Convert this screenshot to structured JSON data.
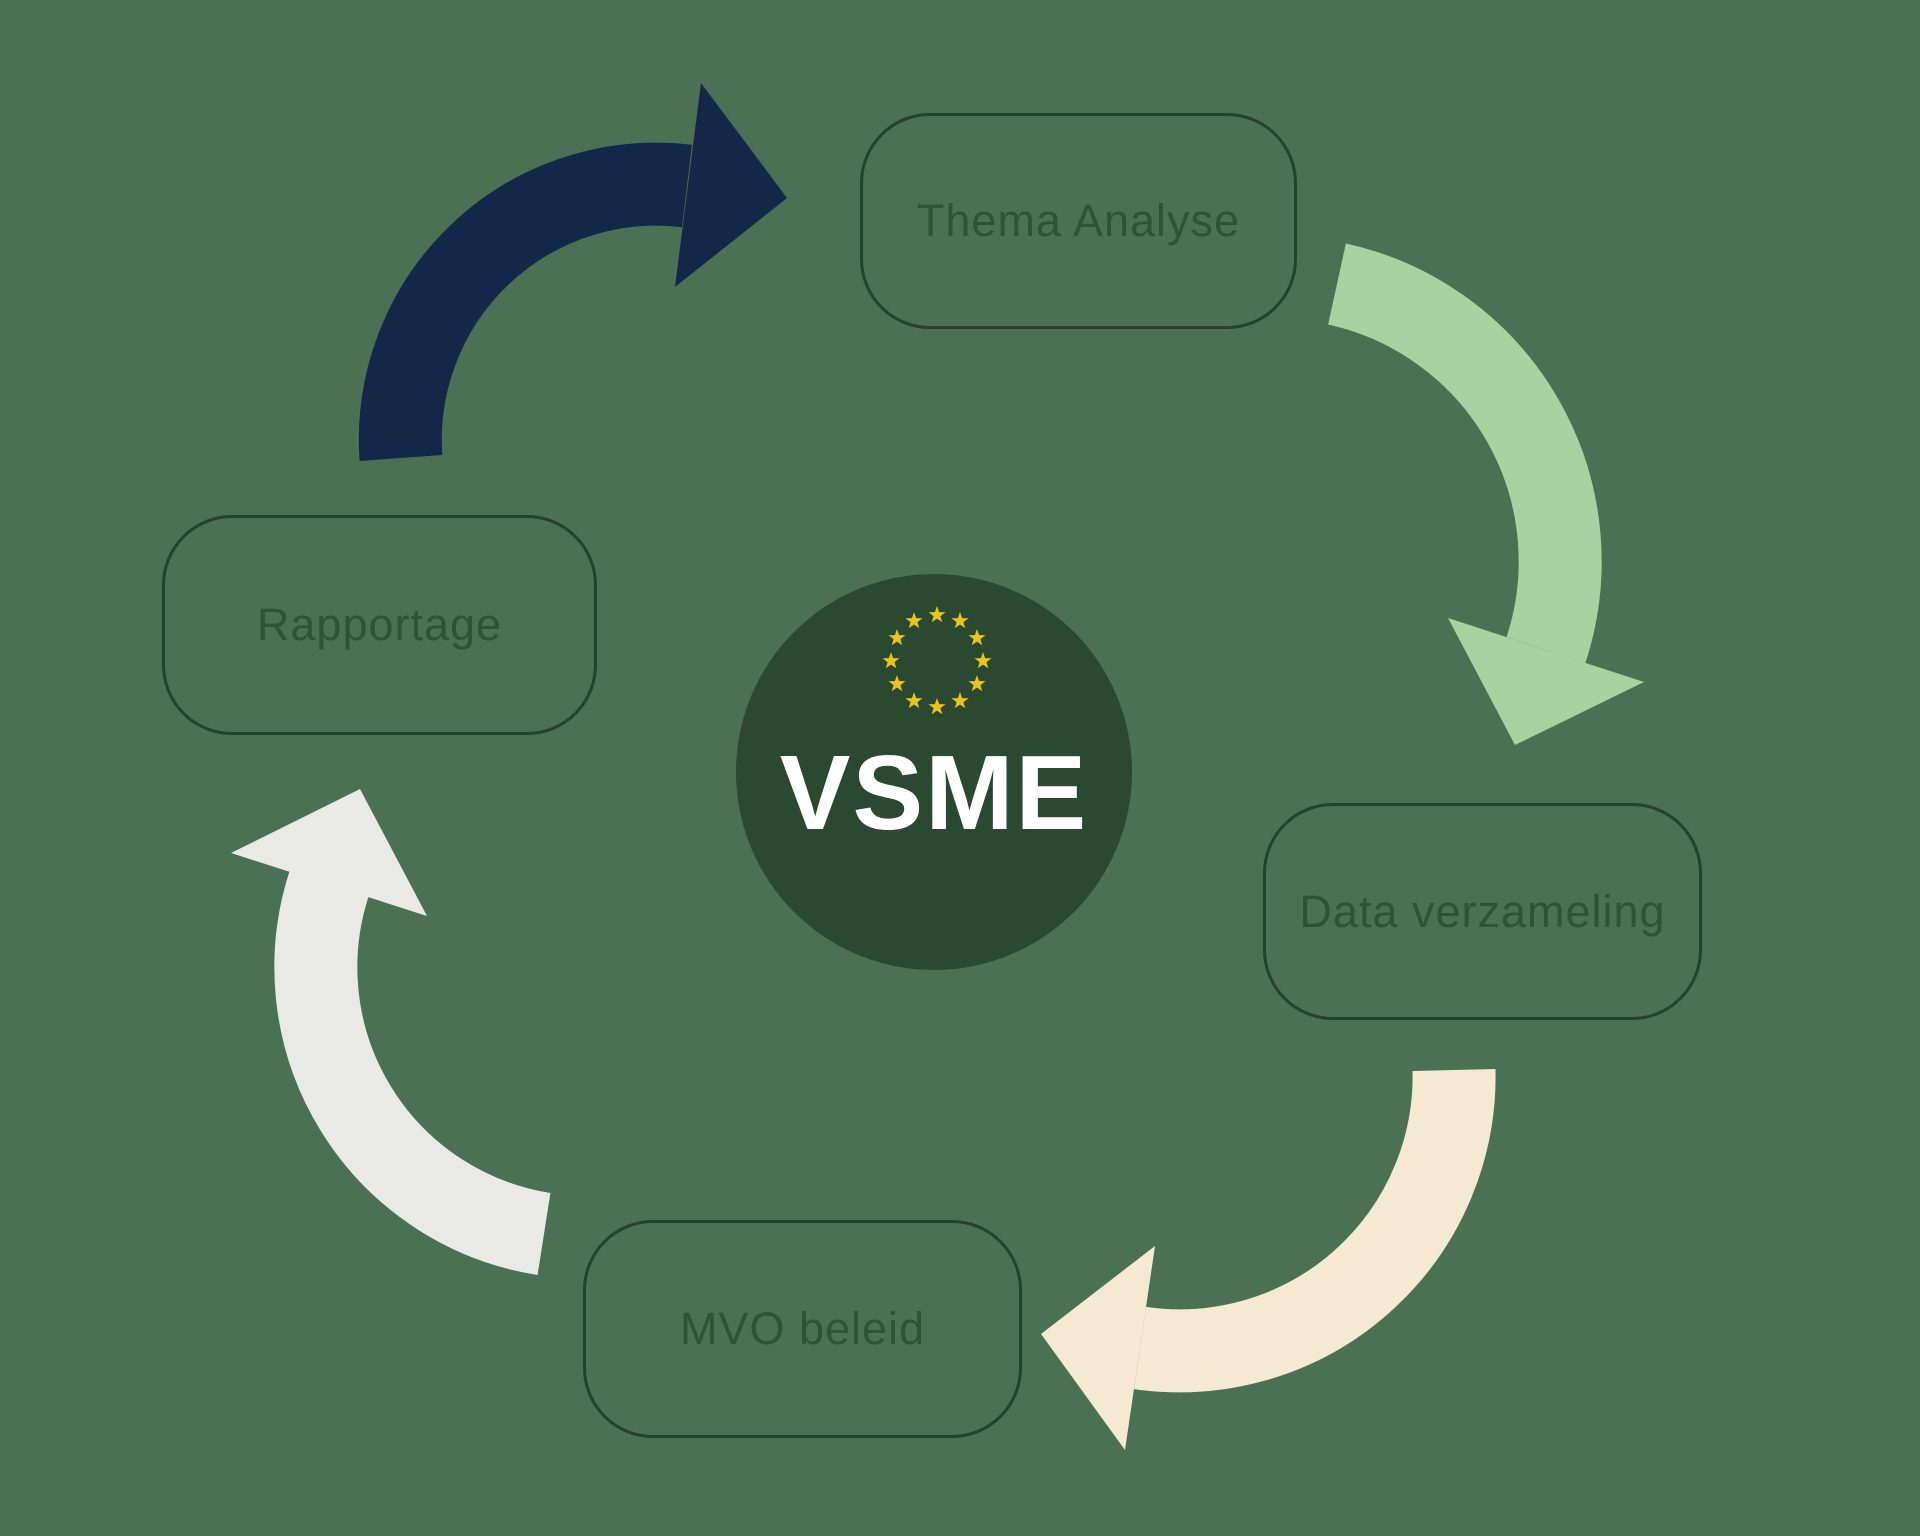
{
  "diagram": {
    "title": "VSME cycle diagram",
    "background_color": "#4a7154",
    "box_border_color": "#24422c",
    "label_color": "#2e5337",
    "center": {
      "label": "VSME",
      "circle_color": "#2b4831",
      "text_color": "#ffffff",
      "stars_color": "#e9c41d",
      "stars_count": 12,
      "icon": "eu-stars-icon"
    },
    "steps": [
      {
        "label": "Thema Analyse"
      },
      {
        "label": "Data verzameling"
      },
      {
        "label": "MVO beleid"
      },
      {
        "label": "Rapportage"
      }
    ],
    "arrows": [
      {
        "name": "arrow-rapportage-to-thema",
        "color": "#132849"
      },
      {
        "name": "arrow-thema-to-data",
        "color": "#a8d3a0"
      },
      {
        "name": "arrow-data-to-mvo",
        "color": "#f6e9d2"
      },
      {
        "name": "arrow-mvo-to-rapportage",
        "color": "#e9eae6"
      }
    ]
  }
}
